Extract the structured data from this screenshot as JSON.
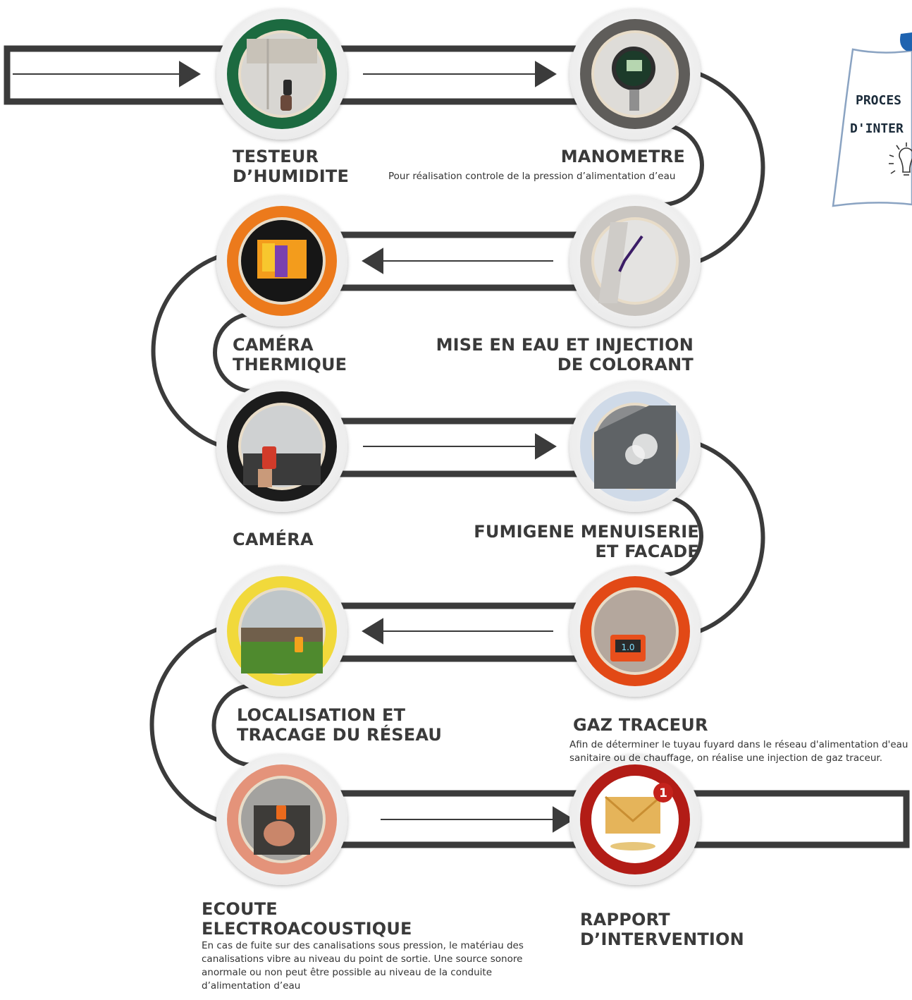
{
  "note": {
    "line1": "PROCES",
    "line2": "D'INTER",
    "icon": "lightbulb-icon"
  },
  "steps": [
    {
      "title": [
        "TESTEUR",
        "D’HUMIDITE"
      ],
      "desc": "",
      "ring_color": "#1a6b3f",
      "photo_icon": "humidity-tester-photo"
    },
    {
      "title": [
        "MANOMETRE"
      ],
      "desc": "Pour réalisation controle de la pression d’alimentation d’eau",
      "ring_color": "#5f5d5a",
      "photo_icon": "pressure-gauge-photo"
    },
    {
      "title": [
        "CAMÉRA",
        "THERMIQUE"
      ],
      "desc": "",
      "ring_color": "#ec7a1d",
      "photo_icon": "thermal-camera-photo"
    },
    {
      "title": [
        "MISE EN EAU ET INJECTION",
        "DE COLORANT"
      ],
      "desc": "",
      "ring_color": "#c9c5c0",
      "photo_icon": "dye-injection-photo"
    },
    {
      "title": [
        "CAMÉRA"
      ],
      "desc": "",
      "ring_color": "#1c1c1c",
      "photo_icon": "inspection-camera-photo"
    },
    {
      "title": [
        "FUMIGENE MENUISERIE",
        "ET FACADE"
      ],
      "desc": "",
      "ring_color": "#cfdae8",
      "photo_icon": "smoke-test-photo"
    },
    {
      "title": [
        "LOCALISATION ET",
        "TRACAGE DU RÉSEAU"
      ],
      "desc": "",
      "ring_color": "#f1d93a",
      "photo_icon": "network-tracing-photo"
    },
    {
      "title": [
        "GAZ TRACEUR"
      ],
      "desc": "Afin de déterminer le tuyau fuyard dans le réseau d'alimentation d'eau sanitaire ou de chauffage, on réalise une injection de gaz traceur.",
      "ring_color": "#e24a16",
      "photo_icon": "tracer-gas-photo"
    },
    {
      "title": [
        "ECOUTE",
        "ELECTROACOUSTIQUE"
      ],
      "desc": "En cas de fuite sur des canalisations sous pression, le matériau des canalisations vibre au niveau du point de sortie. Une source sonore anormale ou non peut être possible au niveau de la conduite d’alimentation d’eau",
      "ring_color": "#e4937a",
      "photo_icon": "acoustic-listening-photo"
    },
    {
      "title": [
        "RAPPORT",
        "D’INTERVENTION"
      ],
      "desc": "",
      "ring_color": "#b21c17",
      "photo_icon": "report-envelope-icon"
    }
  ]
}
